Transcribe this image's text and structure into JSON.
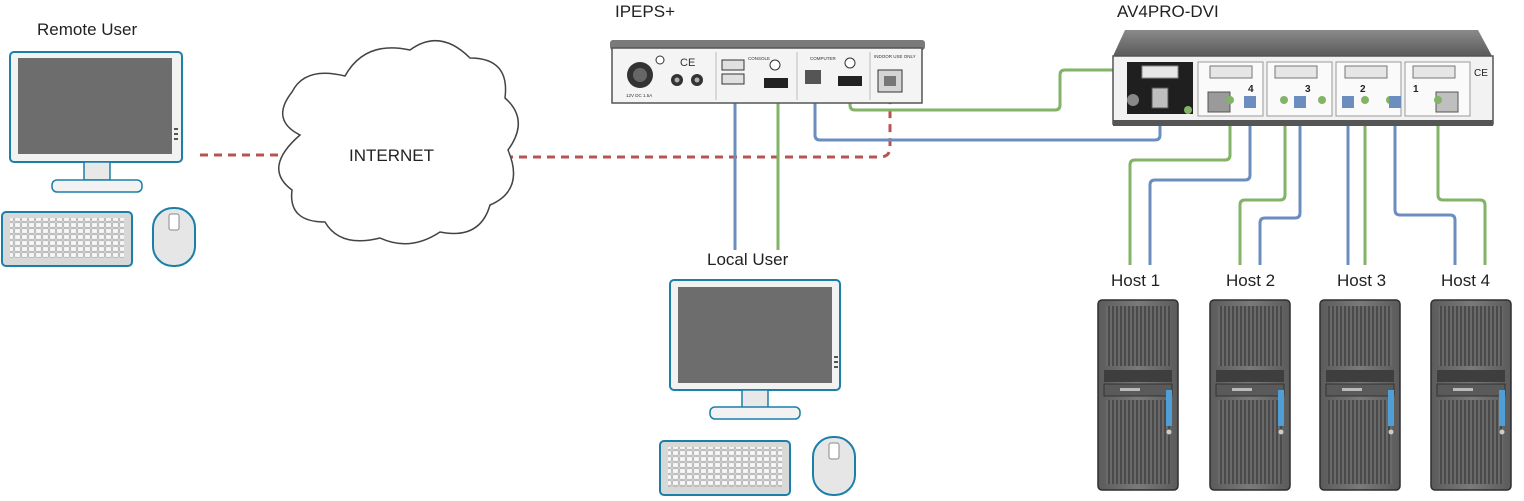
{
  "labels": {
    "remote_user": "Remote User",
    "internet": "INTERNET",
    "local_user": "Local User",
    "ipeps": "IPEPS+",
    "av4pro": "AV4PRO-DVI",
    "hosts": [
      "Host 1",
      "Host 2",
      "Host 3",
      "Host 4"
    ]
  },
  "device_text": {
    "ipeps_console": "CONSOLE",
    "ipeps_computer": "COMPUTER",
    "ipeps_indoor": "INDOOR USE ONLY",
    "ipeps_power": "12V DC 1.5A",
    "av4pro_ports": [
      "4",
      "3",
      "2",
      "1"
    ]
  },
  "colors": {
    "video_cable": "#82b366",
    "usb_cable": "#6c8ebf",
    "network_link": "#b85450",
    "device_body": "#6e6e6e",
    "screen": "#6d6d6d",
    "monitor_frame": "#1b7fa8"
  }
}
